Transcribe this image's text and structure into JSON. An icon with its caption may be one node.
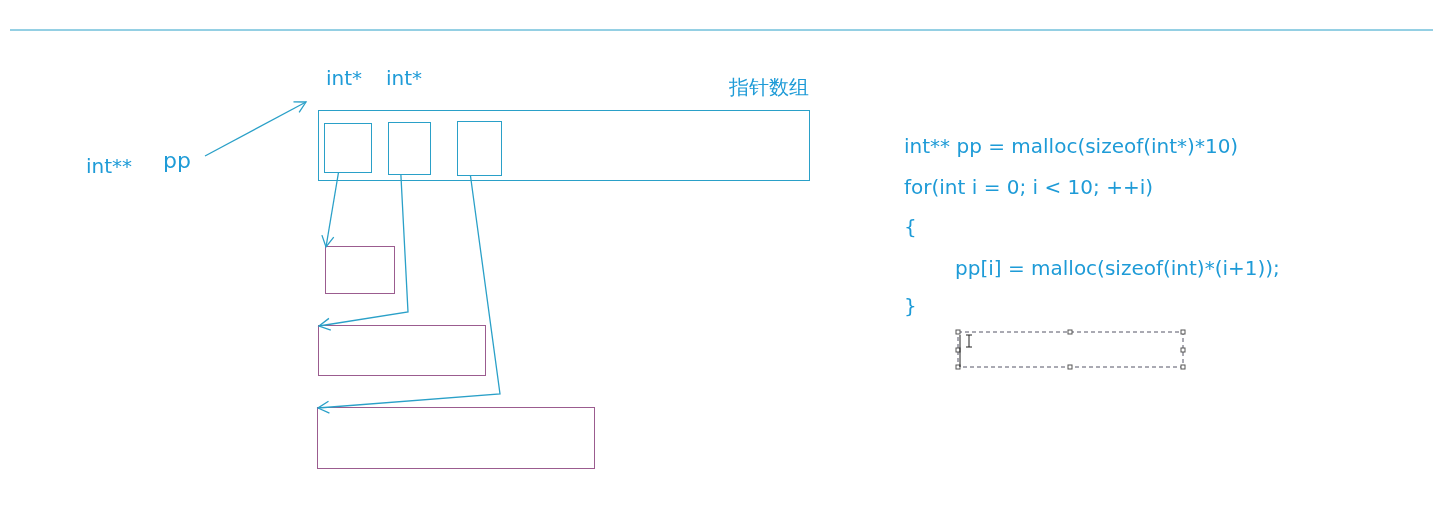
{
  "diagram": {
    "nodes": [
      {
        "text": [
          "指针数组"
        ]
      },
      {
        "text": [],
        "shape": "box",
        "in": 0
      },
      {
        "text": [],
        "shape": "box",
        "in": 0
      },
      {
        "text": [],
        "shape": "box",
        "in": 0
      },
      {
        "text": [],
        "shape": "box"
      },
      {
        "text": [],
        "shape": "box"
      },
      {
        "text": [],
        "shape": "box"
      },
      {
        "text": [
          "pp"
        ]
      }
    ],
    "edges": [
      {
        "from": 7,
        "to": 0,
        "arrow": "to"
      },
      {
        "from": 1,
        "to": 4,
        "arrow": "to"
      },
      {
        "from": 2,
        "to": 5,
        "arrow": "to"
      },
      {
        "from": 3,
        "to": 6,
        "arrow": "to"
      }
    ],
    "labels": [
      "int*",
      "int*",
      "int**",
      "int** pp = malloc(sizeof(int*)*10)",
      "for(int i = 0; i < 10; ++i)",
      "{",
      "pp[i] = malloc(sizeof(int)*(i+1));",
      "}"
    ]
  }
}
